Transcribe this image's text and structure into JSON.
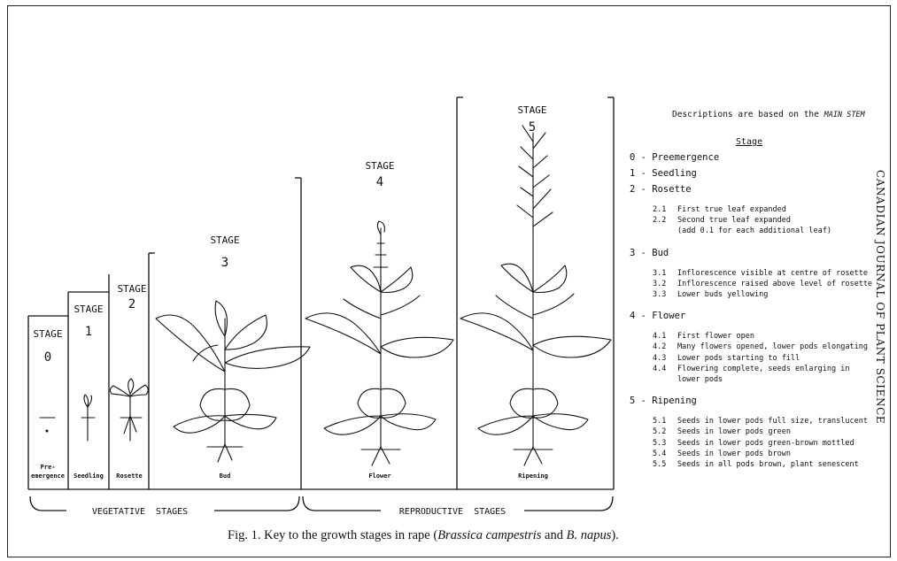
{
  "stages": [
    {
      "word": "STAGE",
      "num": "0",
      "bottom": "Pre-\nemergence"
    },
    {
      "word": "STAGE",
      "num": "1",
      "bottom": "Seedling"
    },
    {
      "word": "STAGE",
      "num": "2",
      "bottom": "Rosette"
    },
    {
      "word": "STAGE",
      "num": "3",
      "bottom": "Bud"
    },
    {
      "word": "STAGE",
      "num": "4",
      "bottom": "Flower"
    },
    {
      "word": "STAGE",
      "num": "5",
      "bottom": "Ripening"
    }
  ],
  "groups": {
    "vegetative": "VEGETATIVE  STAGES",
    "reproductive": "REPRODUCTIVE  STAGES"
  },
  "legend": {
    "intro": "Descriptions are based on the",
    "intro_emph": "MAIN STEM",
    "header": "Stage",
    "entries": [
      {
        "label": "0 - Preemergence",
        "subs": []
      },
      {
        "label": "1 - Seedling",
        "subs": []
      },
      {
        "label": "2 - Rosette",
        "subs": [
          {
            "num": "2.1",
            "text": "First true leaf expanded"
          },
          {
            "num": "2.2",
            "text": "Second true leaf expanded"
          },
          {
            "num": "",
            "text": "(add 0.1 for each additional leaf)"
          }
        ]
      },
      {
        "label": "3 - Bud",
        "subs": [
          {
            "num": "3.1",
            "text": "Inflorescence visible at centre of rosette"
          },
          {
            "num": "3.2",
            "text": "Inflorescence raised above level of rosette"
          },
          {
            "num": "3.3",
            "text": "Lower buds yellowing"
          }
        ]
      },
      {
        "label": "4 - Flower",
        "subs": [
          {
            "num": "4.1",
            "text": "First flower open"
          },
          {
            "num": "4.2",
            "text": "Many flowers opened, lower pods elongating"
          },
          {
            "num": "4.3",
            "text": "Lower pods starting to fill"
          },
          {
            "num": "4.4",
            "text": "Flowering complete, seeds enlarging in"
          },
          {
            "num": "",
            "text": "lower pods"
          }
        ]
      },
      {
        "label": "5 - Ripening",
        "subs": [
          {
            "num": "5.1",
            "text": "Seeds in lower pods full size, translucent"
          },
          {
            "num": "5.2",
            "text": "Seeds in lower pods green"
          },
          {
            "num": "5.3",
            "text": "Seeds in lower pods green-brown mottled"
          },
          {
            "num": "5.4",
            "text": "Seeds in lower pods brown"
          },
          {
            "num": "5.5",
            "text": "Seeds in all pods brown, plant senescent"
          }
        ]
      }
    ]
  },
  "journal": "CANADIAN JOURNAL OF PLANT SCIENCE",
  "caption": {
    "prefix": "Fig. 1.    Key to the growth stages in rape (",
    "species1": "Brassica campestris",
    "mid": " and ",
    "species2": "B. napus",
    "suffix": ")."
  }
}
